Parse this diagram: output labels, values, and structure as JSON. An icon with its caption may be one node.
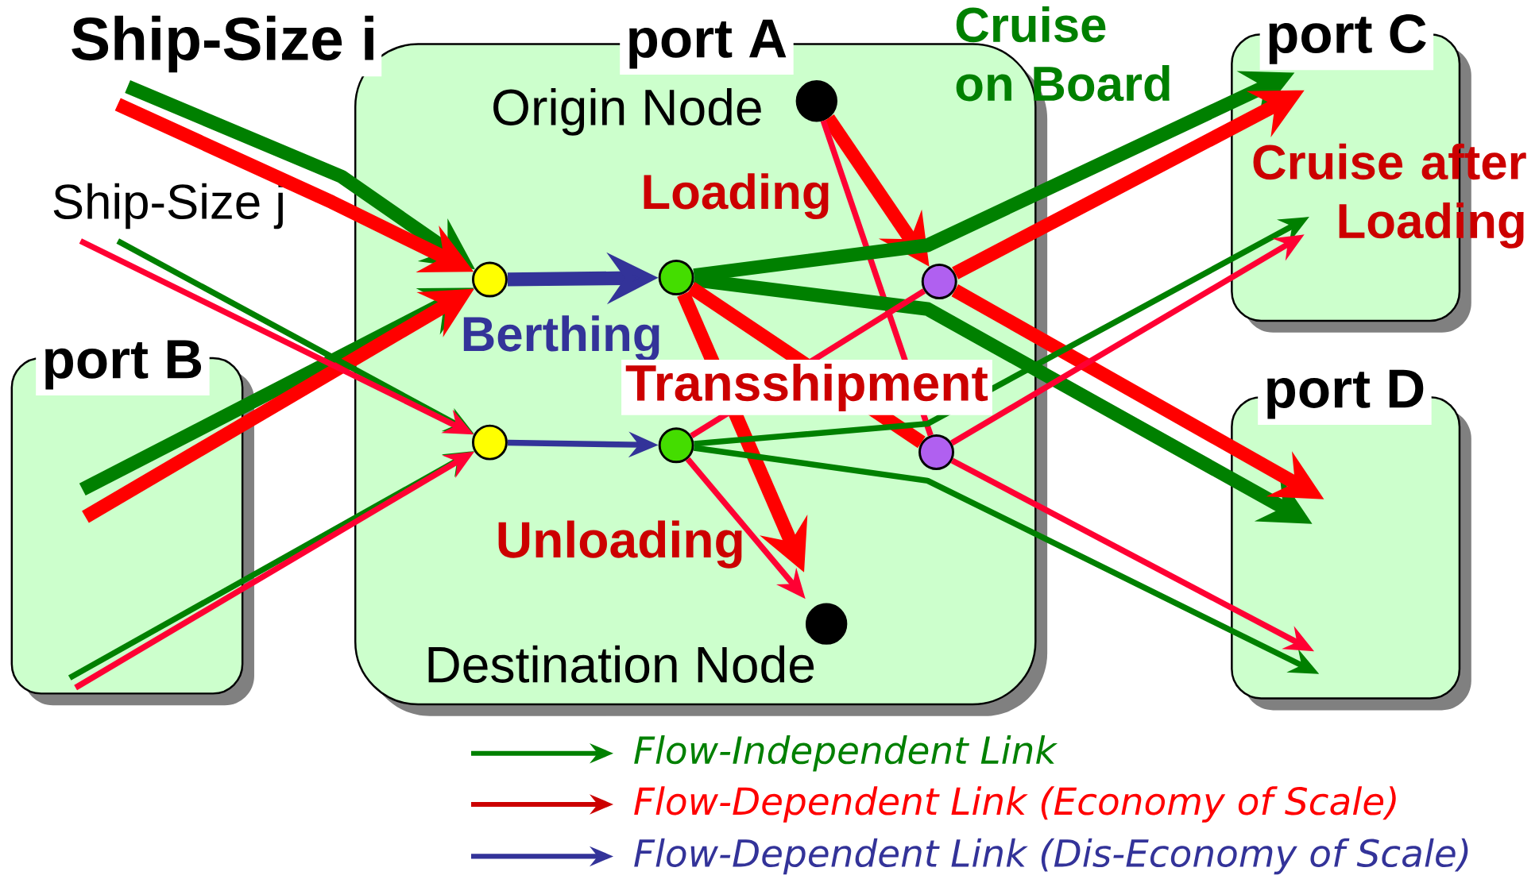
{
  "diagram": {
    "nodes": [
      {
        "text": [
          "port A"
        ]
      },
      {
        "text": [],
        "shape": "circle",
        "in": 0,
        "beside": [
          "Origin Node"
        ]
      },
      {
        "text": [],
        "shape": "circle",
        "in": 0
      },
      {
        "text": [],
        "shape": "circle",
        "in": 0
      },
      {
        "text": [],
        "shape": "circle",
        "in": 0
      },
      {
        "text": [],
        "shape": "circle",
        "in": 0
      },
      {
        "text": [],
        "shape": "circle",
        "in": 0
      },
      {
        "text": [],
        "shape": "circle",
        "in": 0
      },
      {
        "text": [],
        "shape": "circle",
        "in": 0,
        "beside": [
          "Destination Node"
        ]
      },
      {
        "text": [
          "port B"
        ]
      },
      {
        "text": [
          "port C"
        ]
      },
      {
        "text": [
          "port D"
        ]
      },
      {
        "text": [
          "Ship-Size i"
        ]
      },
      {
        "text": [
          "Ship-Size j"
        ]
      }
    ],
    "edges": [
      {
        "from": 12,
        "to": 2,
        "arrow": "to",
        "style": "thick",
        "color": "#008000"
      },
      {
        "from": 12,
        "to": 2,
        "arrow": "to",
        "style": "thick",
        "color": "#ff0000"
      },
      {
        "from": 9,
        "to": 2,
        "arrow": "to",
        "style": "thick",
        "color": "#008000"
      },
      {
        "from": 9,
        "to": 2,
        "arrow": "to",
        "style": "thick",
        "color": "#ff0000"
      },
      {
        "from": 13,
        "to": 5,
        "arrow": "to",
        "color": "#008000"
      },
      {
        "from": 13,
        "to": 5,
        "arrow": "to",
        "color": "#ff0033"
      },
      {
        "from": 9,
        "to": 5,
        "arrow": "to",
        "color": "#008000"
      },
      {
        "from": 9,
        "to": 5,
        "arrow": "to",
        "color": "#ff0033"
      },
      {
        "from": 2,
        "to": 3,
        "arrow": "to",
        "style": "thick",
        "color": "#333399",
        "label": "Berthing"
      },
      {
        "from": 5,
        "to": 6,
        "arrow": "to",
        "color": "#333399"
      },
      {
        "from": 1,
        "to": 4,
        "arrow": "to",
        "style": "thick",
        "color": "#ff0000"
      },
      {
        "from": 1,
        "to": 7,
        "arrow": "none",
        "color": "#ff0033"
      },
      {
        "from": 3,
        "to": 10,
        "arrow": "to",
        "style": "thick",
        "color": "#008000"
      },
      {
        "from": 3,
        "to": 11,
        "arrow": "to",
        "style": "thick",
        "color": "#008000"
      },
      {
        "from": 4,
        "to": 10,
        "arrow": "to",
        "style": "thick",
        "color": "#ff0000"
      },
      {
        "from": 4,
        "to": 11,
        "arrow": "to",
        "style": "thick",
        "color": "#ff0000"
      },
      {
        "from": 3,
        "to": 8,
        "arrow": "to",
        "style": "thick",
        "color": "#ff0000"
      },
      {
        "from": 3,
        "to": 7,
        "arrow": "none",
        "style": "thick",
        "color": "#ff0000"
      },
      {
        "from": 6,
        "to": 4,
        "arrow": "none",
        "color": "#ff0033"
      },
      {
        "from": 6,
        "to": 8,
        "arrow": "to",
        "color": "#ff0033"
      },
      {
        "from": 6,
        "to": 10,
        "arrow": "to",
        "color": "#008000"
      },
      {
        "from": 6,
        "to": 11,
        "arrow": "to",
        "color": "#008000"
      },
      {
        "from": 7,
        "to": 10,
        "arrow": "to",
        "color": "#ff0033"
      },
      {
        "from": 7,
        "to": 11,
        "arrow": "to",
        "color": "#ff0033"
      }
    ],
    "labels": [
      "Cruise on Board",
      "Loading",
      "Cruise after Loading",
      "Transshipment",
      "Unloading"
    ],
    "legend": [
      {
        "text": "Flow-Independent Link"
      },
      {
        "text": "Flow-Dependent Link (Economy of Scale)"
      },
      {
        "text": "Flow-Dependent Link (Dis-Economy of Scale)"
      }
    ]
  }
}
